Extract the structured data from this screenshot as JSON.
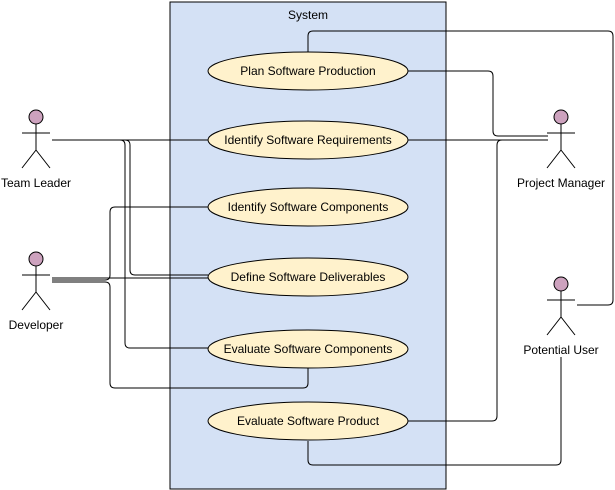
{
  "system": {
    "title": "System",
    "fill": "#d4e1f5",
    "stroke": "#000000"
  },
  "actor_style": {
    "head_fill": "#cda2be"
  },
  "usecase_style": {
    "fill": "#fff2cc",
    "stroke": "#000000"
  },
  "actors": [
    {
      "id": "team-leader",
      "label": "Team Leader"
    },
    {
      "id": "developer",
      "label": "Developer"
    },
    {
      "id": "project-manager",
      "label": "Project Manager"
    },
    {
      "id": "potential-user",
      "label": "Potential User"
    }
  ],
  "use_cases": [
    {
      "id": "plan-software-production",
      "label": "Plan Software Production"
    },
    {
      "id": "identify-software-requirements",
      "label": "Identify Software Requirements"
    },
    {
      "id": "identify-software-components",
      "label": "Identify Software Components"
    },
    {
      "id": "define-software-deliverables",
      "label": "Define Software Deliverables"
    },
    {
      "id": "evaluate-software-components",
      "label": "Evaluate Software Components"
    },
    {
      "id": "evaluate-software-product",
      "label": "Evaluate Software Product"
    }
  ],
  "associations": [
    {
      "actor": "team-leader",
      "use_case": "identify-software-requirements"
    },
    {
      "actor": "team-leader",
      "use_case": "define-software-deliverables"
    },
    {
      "actor": "team-leader",
      "use_case": "evaluate-software-components"
    },
    {
      "actor": "developer",
      "use_case": "identify-software-components"
    },
    {
      "actor": "developer",
      "use_case": "define-software-deliverables"
    },
    {
      "actor": "developer",
      "use_case": "evaluate-software-components"
    },
    {
      "actor": "project-manager",
      "use_case": "plan-software-production"
    },
    {
      "actor": "project-manager",
      "use_case": "identify-software-requirements"
    },
    {
      "actor": "project-manager",
      "use_case": "evaluate-software-product"
    },
    {
      "actor": "potential-user",
      "use_case": "plan-software-production"
    },
    {
      "actor": "potential-user",
      "use_case": "evaluate-software-product"
    }
  ]
}
